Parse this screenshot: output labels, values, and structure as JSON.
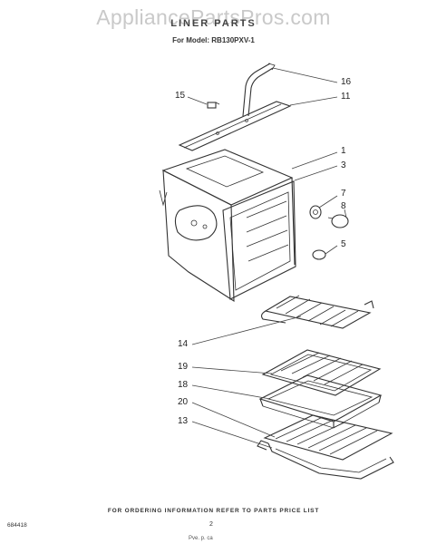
{
  "watermark": "AppliancePartsPros.com",
  "title": "LINER PARTS",
  "model_line": "For Model: RB130PXV-1",
  "callouts": {
    "c16": "16",
    "c11": "11",
    "c15": "15",
    "c1": "1",
    "c3": "3",
    "c7": "7",
    "c8": "8",
    "c5": "5",
    "c14": "14",
    "c19": "19",
    "c18": "18",
    "c20": "20",
    "c13": "13"
  },
  "footer": {
    "note": "FOR ORDERING INFORMATION REFER TO PARTS PRICE LIST",
    "code": "684418",
    "page_number": "2",
    "bottom_text": "Pve. p. ca"
  }
}
